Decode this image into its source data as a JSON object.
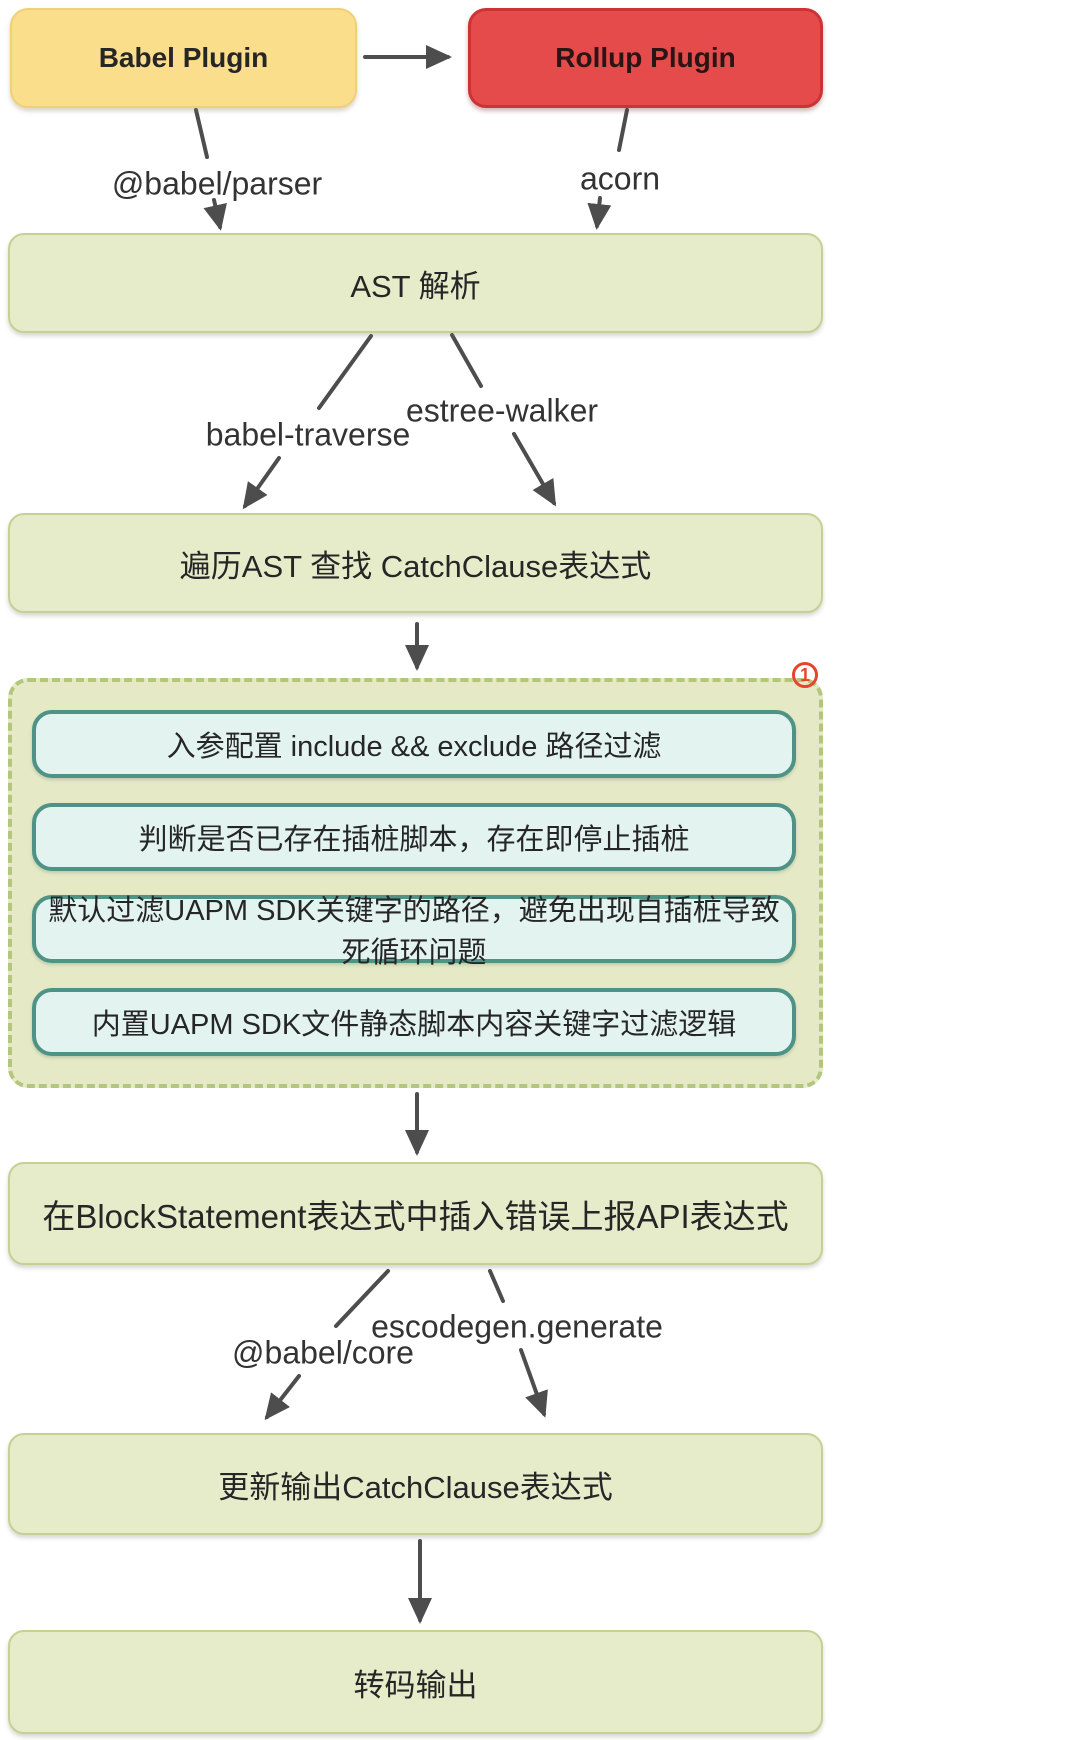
{
  "nodes": {
    "babel_plugin": "Babel Plugin",
    "rollup_plugin": "Rollup Plugin",
    "ast_parse": "AST 解析",
    "traverse_find": "遍历AST 查找 CatchClause表达式",
    "insert_api": "在BlockStatement表达式中插入错误上报API表达式",
    "update_output": "更新输出CatchClause表达式",
    "transcode_output": "转码输出"
  },
  "edge_labels": {
    "babel_parser": "@babel/parser",
    "acorn": "acorn",
    "babel_traverse": "babel-traverse",
    "estree_walker": "estree-walker",
    "babel_core": "@babel/core",
    "escodegen_generate": "escodegen.generate"
  },
  "filter_group": {
    "marker": "1",
    "steps": [
      "入参配置 include && exclude 路径过滤",
      "判断是否已存在插桩脚本，存在即停止插桩",
      "默认过滤UAPM SDK关键字的路径，避免出现自插桩导致死循环问题",
      "内置UAPM SDK文件静态脚本内容关键字过滤逻辑"
    ]
  },
  "colors": {
    "accent_yellow": "#FADE8C",
    "accent_red": "#E54B4B",
    "node_green_fill": "#E6ECCA",
    "node_green_border": "#C5D194",
    "group_fill": "#E5E9C5",
    "group_border": "#B3C67D",
    "step_fill": "#E3F4F0",
    "step_border": "#4E9386",
    "arrow_color": "#4D4D4D",
    "marker_red": "#E8432C",
    "text_color": "#262626"
  }
}
